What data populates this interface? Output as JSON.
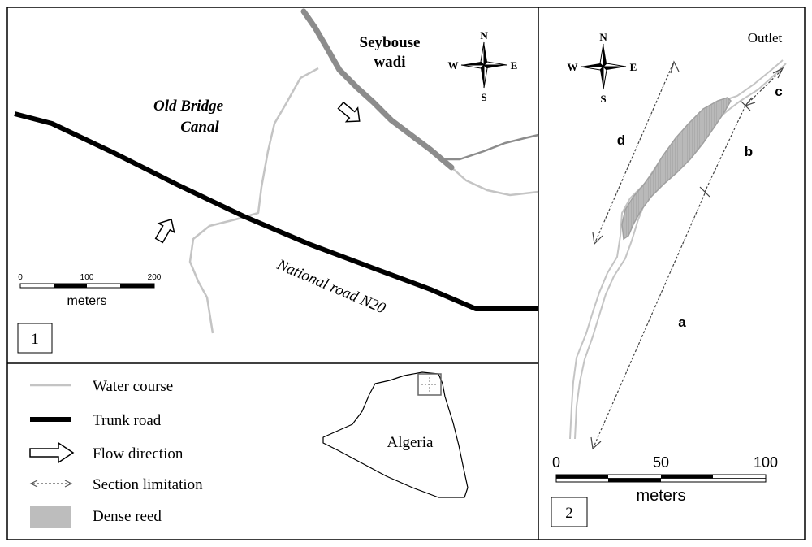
{
  "panel1": {
    "labels": {
      "seybouse_line1": "Seybouse",
      "seybouse_line2": "wadi",
      "old_bridge_line1": "Old Bridge",
      "old_bridge_line2": "Canal",
      "national_road": "National road N20"
    },
    "scale": {
      "tick0": "0",
      "tick1": "100",
      "tick2": "200",
      "unit": "meters"
    },
    "panel_number": "1",
    "compass": {
      "n": "N",
      "s": "S",
      "e": "E",
      "w": "W"
    }
  },
  "panel2": {
    "outlet": "Outlet",
    "sections": {
      "a": "a",
      "b": "b",
      "c": "c",
      "d": "d"
    },
    "scale": {
      "tick0": "0",
      "tick1": "50",
      "tick2": "100",
      "unit": "meters"
    },
    "panel_number": "2",
    "compass": {
      "n": "N",
      "s": "S",
      "e": "E",
      "w": "W"
    }
  },
  "legend": {
    "items": [
      {
        "symbol": "water-course",
        "label": "Water course"
      },
      {
        "symbol": "trunk-road",
        "label": "Trunk road"
      },
      {
        "symbol": "flow-direction",
        "label": "Flow direction"
      },
      {
        "symbol": "section-limitation",
        "label": "Section limitation"
      },
      {
        "symbol": "dense-reed",
        "label": "Dense reed"
      }
    ]
  },
  "inset": {
    "country": "Algeria"
  },
  "colors": {
    "water_course": "#c4c4c4",
    "wadi": "#8c8c8c",
    "trunk_road": "#000000",
    "dense_reed": "#bdbdbd",
    "frame": "#000000"
  }
}
